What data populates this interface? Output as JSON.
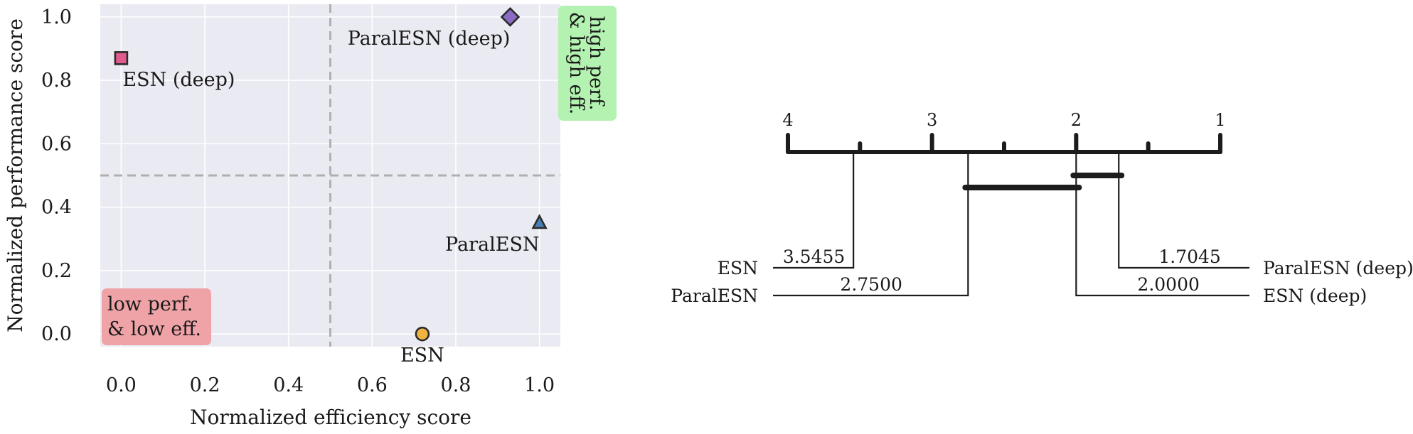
{
  "chart_data": [
    {
      "type": "scatter",
      "title": "",
      "xlabel": "Normalized efficiency score",
      "ylabel": "Normalized performance score",
      "xlim": [
        -0.05,
        1.05
      ],
      "ylim": [
        -0.04,
        1.04
      ],
      "x_ticks": [
        "0.0",
        "0.2",
        "0.4",
        "0.6",
        "0.8",
        "1.0"
      ],
      "y_ticks": [
        "0.0",
        "0.2",
        "0.4",
        "0.6",
        "0.8",
        "1.0"
      ],
      "grid": true,
      "reference_lines": {
        "x": 0.5,
        "y": 0.5
      },
      "points": [
        {
          "label": "ESN",
          "x": 0.72,
          "y": 0.0,
          "marker": "circle",
          "color": "#f0b341",
          "label_position": "below"
        },
        {
          "label": "ESN (deep)",
          "x": 0.0,
          "y": 0.87,
          "marker": "square",
          "color": "#e05a8e",
          "label_position": "below-right"
        },
        {
          "label": "ParalESN",
          "x": 1.0,
          "y": 0.35,
          "marker": "triangle",
          "color": "#4a7fb5",
          "label_position": "below-left"
        },
        {
          "label": "ParalESN (deep)",
          "x": 0.93,
          "y": 1.0,
          "marker": "diamond",
          "color": "#8a6cc4",
          "label_position": "below-left"
        }
      ],
      "annotations": [
        {
          "text_lines": [
            "high perf.",
            "& high eff."
          ],
          "color": "#b3f2b0",
          "placement": "top-right",
          "rotated": true
        },
        {
          "text_lines": [
            "low perf.",
            "& low eff."
          ],
          "color": "#f0a3a7",
          "placement": "bottom-left",
          "rotated": false
        }
      ]
    },
    {
      "type": "critical_difference",
      "title": "",
      "rank_axis": {
        "min": 1,
        "max": 4,
        "tick_labels": [
          "4",
          "3",
          "2",
          "1"
        ]
      },
      "methods": [
        {
          "name": "ESN",
          "rank": 3.5455,
          "rank_text": "3.5455",
          "side": "left"
        },
        {
          "name": "ParalESN",
          "rank": 2.75,
          "rank_text": "2.7500",
          "side": "left"
        },
        {
          "name": "ParalESN (deep)",
          "rank": 1.7045,
          "rank_text": "1.7045",
          "side": "right"
        },
        {
          "name": "ESN (deep)",
          "rank": 2.0,
          "rank_text": "2.0000",
          "side": "right"
        }
      ],
      "cliques": [
        {
          "from": 2.0,
          "to": 1.7045
        },
        {
          "from": 2.75,
          "to": 2.0
        }
      ]
    }
  ]
}
